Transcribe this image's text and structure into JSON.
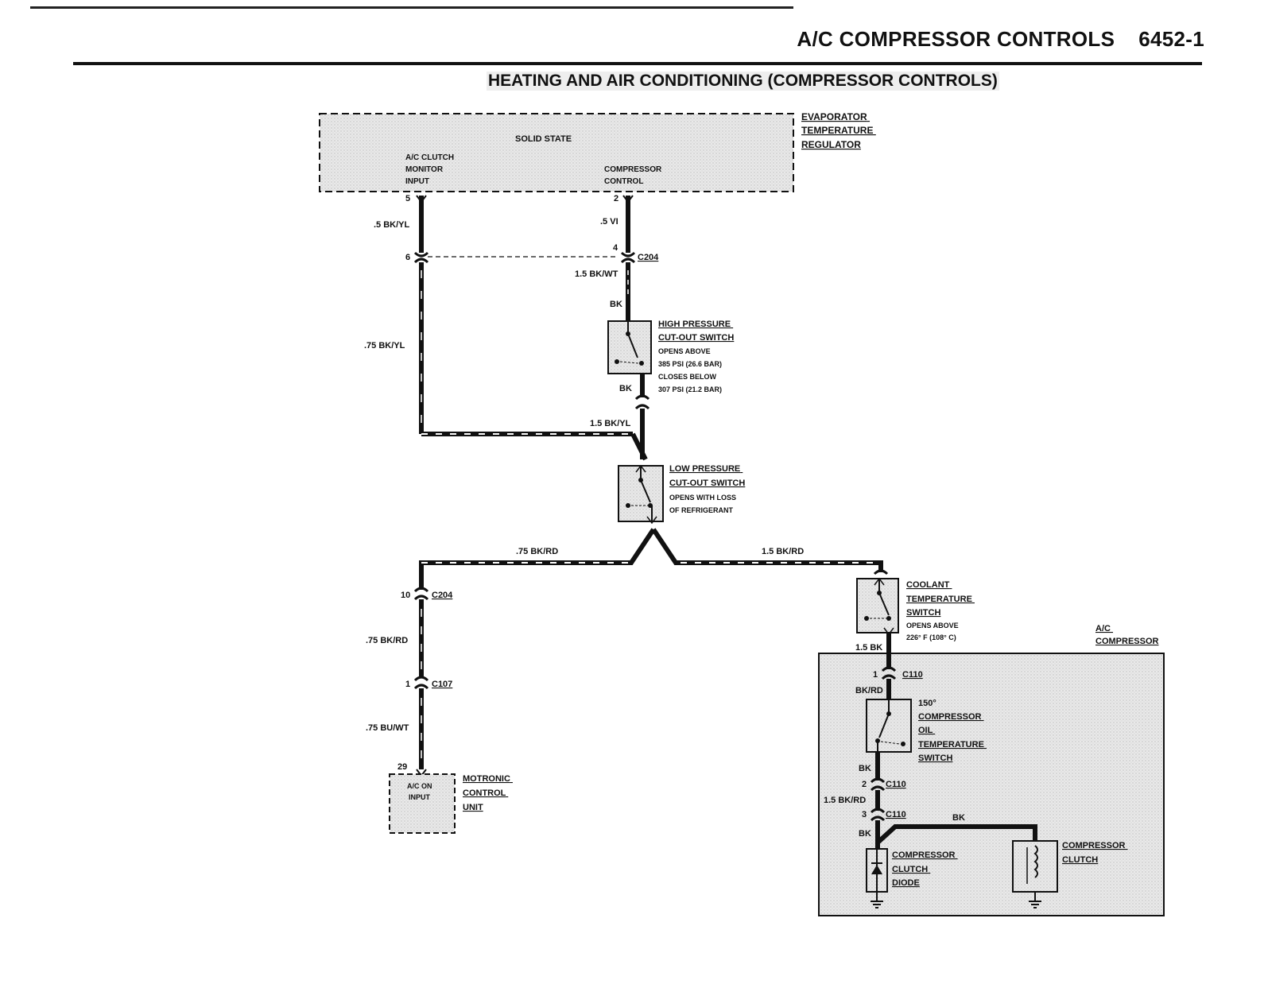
{
  "page": {
    "section_title": "A/C COMPRESSOR CONTROLS",
    "page_number": "6452-1"
  },
  "diagram_title": "HEATING AND AIR CONDITIONING (COMPRESSOR CONTROLS)",
  "regulator": {
    "name": [
      "EVAPORATOR",
      "TEMPERATURE",
      "REGULATOR"
    ],
    "inner_label": "SOLID STATE",
    "pin_left_label": [
      "A/C CLUTCH",
      "MONITOR",
      "INPUT"
    ],
    "pin_right_label": [
      "COMPRESSOR",
      "CONTROL"
    ],
    "pin_left": "5",
    "pin_right": "2"
  },
  "wires": {
    "w1": ".5 BK/YL",
    "w2": ".5 VI",
    "w3": "1.5 BK/WT",
    "w4": "BK",
    "w5": ".75 BK/YL",
    "w6": "BK",
    "w7": "1.5 BK/YL",
    "w8": ".75 BK/RD",
    "w9": "1.5 BK/RD",
    "w10": ".75 BK/RD",
    "w11": ".75 BU/WT",
    "w12": "1.5 BK",
    "w13": "BK/RD",
    "w14": "BK",
    "w15": "1.5 BK/RD",
    "w16": "BK",
    "w17": "BK"
  },
  "connectors": {
    "c204_top": {
      "name": "C204",
      "pin_in": "4",
      "pin_out": "6"
    },
    "c204_left": {
      "name": "C204",
      "pin": "10"
    },
    "c107": {
      "name": "C107",
      "pin": "1"
    },
    "c110_a": {
      "name": "C110",
      "pin": "1"
    },
    "c110_b": {
      "name": "C110",
      "pin": "2"
    },
    "c110_c": {
      "name": "C110",
      "pin": "3"
    }
  },
  "high_pressure_switch": {
    "name": [
      "HIGH PRESSURE",
      "CUT-OUT SWITCH"
    ],
    "notes": [
      "OPENS ABOVE",
      "385 PSI (26.6 BAR)",
      "CLOSES BELOW",
      "307 PSI (21.2 BAR)"
    ]
  },
  "low_pressure_switch": {
    "name": [
      "LOW PRESSURE",
      "CUT-OUT SWITCH"
    ],
    "notes": [
      "OPENS WITH LOSS",
      "OF REFRIGERANT"
    ]
  },
  "coolant_switch": {
    "name": [
      "COOLANT",
      "TEMPERATURE",
      "SWITCH"
    ],
    "notes": [
      "OPENS ABOVE",
      "226° F (108° C)"
    ]
  },
  "ac_compressor": {
    "name": [
      "A/C",
      "COMPRESSOR"
    ],
    "oil_switch": {
      "prefix": "150°",
      "name": [
        "COMPRESSOR",
        "OIL",
        "TEMPERATURE",
        "SWITCH"
      ]
    },
    "clutch_diode": [
      "COMPRESSOR",
      "CLUTCH",
      "DIODE"
    ],
    "clutch": [
      "COMPRESSOR",
      "CLUTCH"
    ]
  },
  "motronic": {
    "name": [
      "MOTRONIC",
      "CONTROL",
      "UNIT"
    ],
    "pin": "29",
    "inner_label": [
      "A/C ON",
      "INPUT"
    ]
  }
}
